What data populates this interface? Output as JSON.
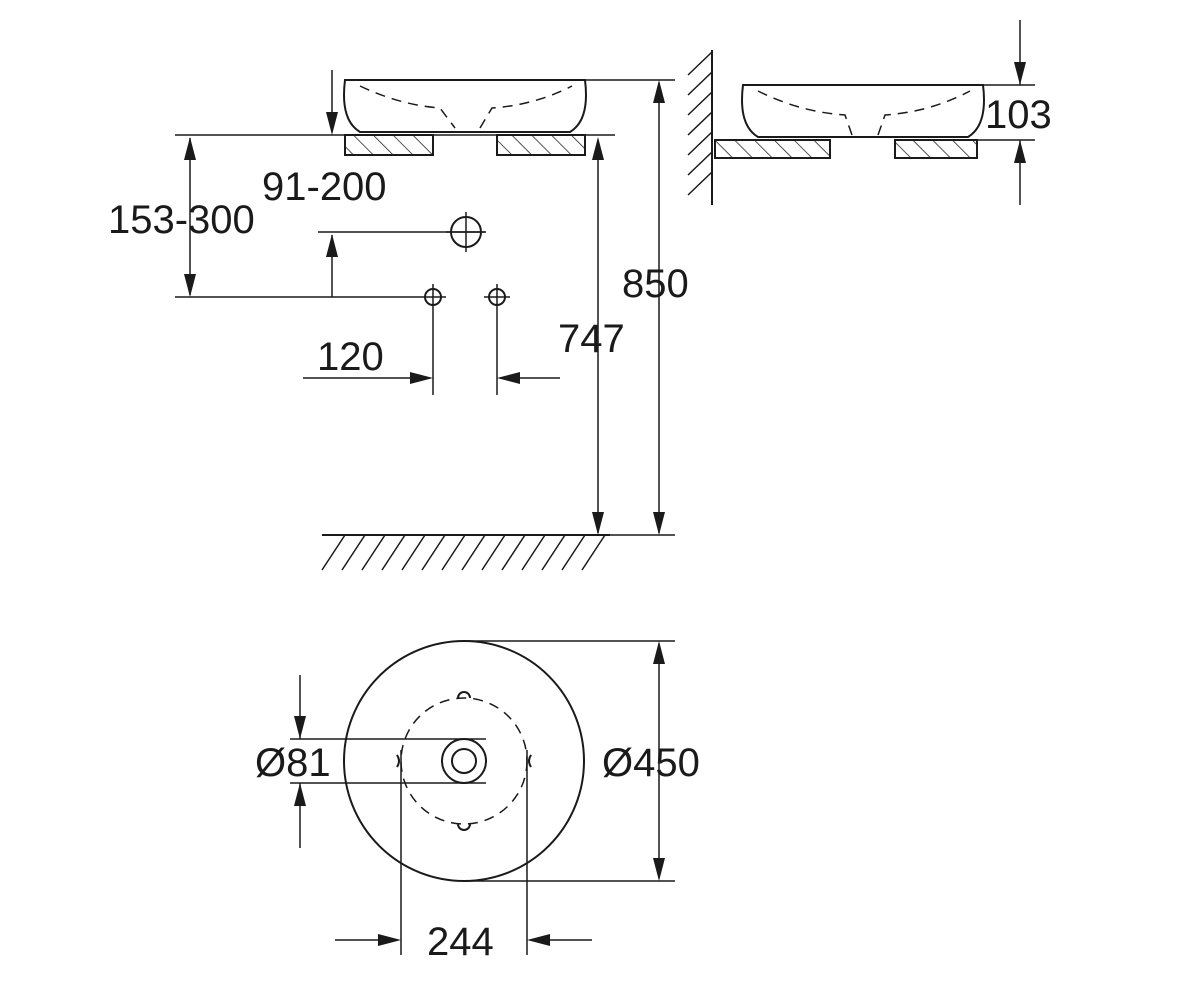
{
  "dimensions": {
    "height_sink_top": "850",
    "height_counter": "747",
    "bowl_height": "103",
    "tap_height_range": "153-300",
    "drain_height_range": "91-200",
    "tap_spacing_120": "120",
    "overflow_diameter": "Ø81",
    "basin_diameter": "Ø450",
    "tap_spacing_244": "244"
  },
  "colors": {
    "line": "#1a1a1a",
    "background": "#ffffff"
  }
}
